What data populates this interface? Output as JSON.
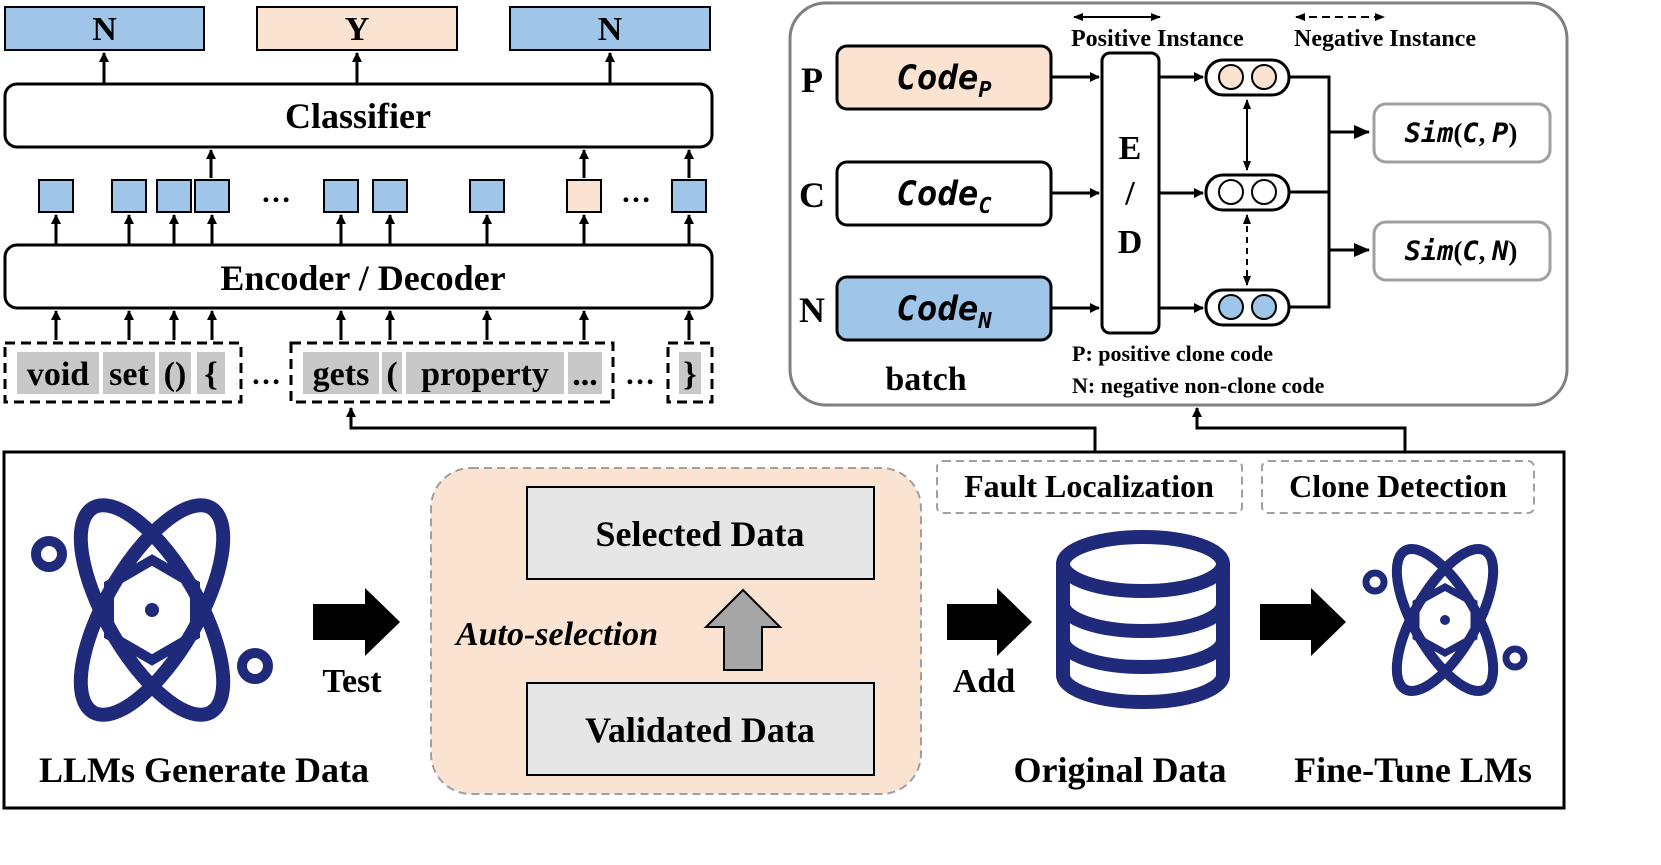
{
  "colors": {
    "blue": "#9fc5e8",
    "peach": "#fbe3d2",
    "navy": "#1f2a7a",
    "token_gray": "#c8c8c8",
    "panel_gray": "#e6e6e6",
    "auto_bg": "#fbe3d2",
    "arrow_gray": "#a6a6a6"
  },
  "classifier": {
    "outputs": [
      "N",
      "Y",
      "N"
    ],
    "label": "Classifier",
    "ellipsis": "…"
  },
  "encoder": {
    "label": "Encoder / Decoder"
  },
  "tokens": [
    "void",
    "set",
    "()",
    "{",
    "gets",
    "(",
    "property",
    "...",
    "}"
  ],
  "token_ellipsis": "…",
  "clone_panel": {
    "legend_positive": "Positive Instance",
    "legend_negative": "Negative Instance",
    "row_labels": [
      "P",
      "C",
      "N"
    ],
    "code_base": "Code",
    "code_subs": [
      "P",
      "C",
      "N"
    ],
    "encoder_letters": [
      "E",
      "/",
      "D"
    ],
    "sim_outputs": [
      {
        "fn": "Sim",
        "a": "C",
        "b": "P"
      },
      {
        "fn": "Sim",
        "a": "C",
        "b": "N"
      }
    ],
    "batch_label": "batch",
    "note_p": "P: positive clone code",
    "note_n": "N: negative non-clone code"
  },
  "pipeline": {
    "llm_label": "LLMs Generate Data",
    "test_label": "Test",
    "auto_label": "Auto-selection",
    "selected_label": "Selected Data",
    "validated_label": "Validated Data",
    "add_label": "Add",
    "original_label": "Original Data",
    "finetune_label": "Fine-Tune LMs",
    "task_fault": "Fault Localization",
    "task_clone": "Clone Detection"
  }
}
